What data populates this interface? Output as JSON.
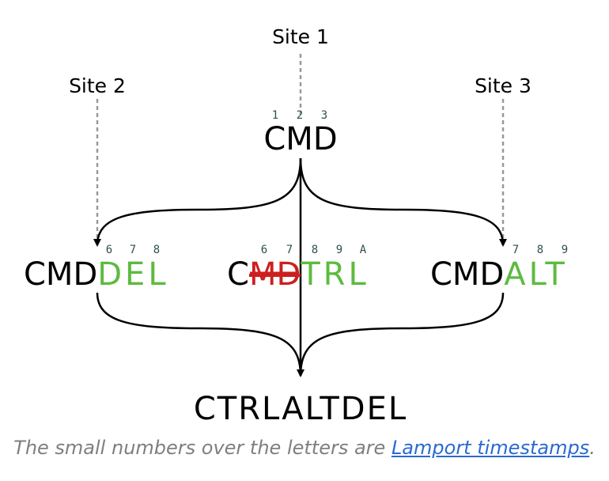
{
  "sites": {
    "site1": "Site 1",
    "site2": "Site 2",
    "site3": "Site 3"
  },
  "top": {
    "text": "CMD",
    "timestamps": [
      "1",
      "2",
      "3"
    ]
  },
  "left": {
    "base": "CMD",
    "inserted": "DEL",
    "timestamps": [
      "6",
      "7",
      "8"
    ]
  },
  "middle": {
    "kept": "C",
    "deleted": "MD",
    "inserted": "TRL",
    "timestamps": [
      "6",
      "7",
      "8",
      "9",
      "A"
    ]
  },
  "right": {
    "base": "CMD",
    "inserted": "ALT",
    "timestamps": [
      "7",
      "8",
      "9"
    ]
  },
  "result": "CTRLALTDEL",
  "caption": {
    "prefix": "The small numbers over the letters are ",
    "link": "Lamport timestamps",
    "suffix": "."
  },
  "colors": {
    "inserted": "#5dbb3f",
    "deleted": "#cc1f1f",
    "timestamp": "#2f4f4f",
    "link": "#2a6ad1"
  }
}
